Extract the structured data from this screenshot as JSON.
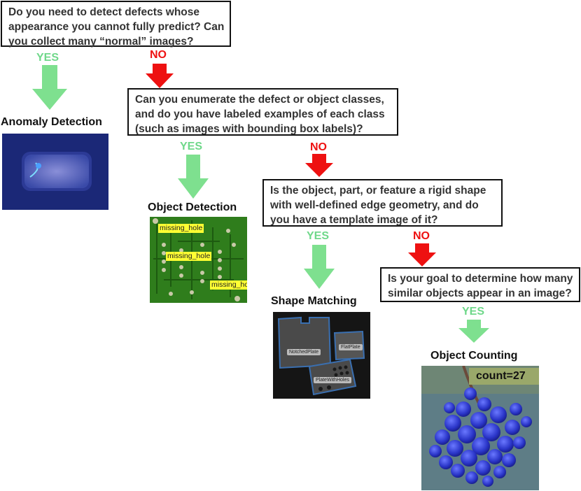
{
  "questions": {
    "q1": [
      "Do you need to detect defects whose",
      "appearance you cannot fully predict? Can",
      "you collect many “normal” images?"
    ],
    "q2": [
      "Can you enumerate the defect or object classes,",
      "and do you have labeled examples of each class",
      "(such as images with bounding box labels)?"
    ],
    "q3": [
      "Is the object, part, or feature a rigid shape",
      "with well-defined edge geometry, and do",
      "you have a template image of it?"
    ],
    "q4": [
      "Is your goal to determine how many",
      "similar objects appear in an image?"
    ]
  },
  "answers": {
    "yes": "YES",
    "no": "NO"
  },
  "outcomes": {
    "anomaly": "Anomaly Detection",
    "detection": "Object Detection",
    "shape": "Shape Matching",
    "counting": "Object Counting"
  },
  "detection_image": {
    "labels": [
      "missing_hole",
      "missing_hole",
      "missing_hole"
    ]
  },
  "shape_image": {
    "labels": [
      "NotchedPlate",
      "FlatPlate",
      "PlateWithHoles"
    ]
  },
  "counting_image": {
    "count_label": "count=27"
  },
  "colors": {
    "yes_arrow": "#7ee08f",
    "no_arrow": "#ee1111",
    "yes_text": "#6fd88a",
    "no_text": "#ee1111"
  }
}
